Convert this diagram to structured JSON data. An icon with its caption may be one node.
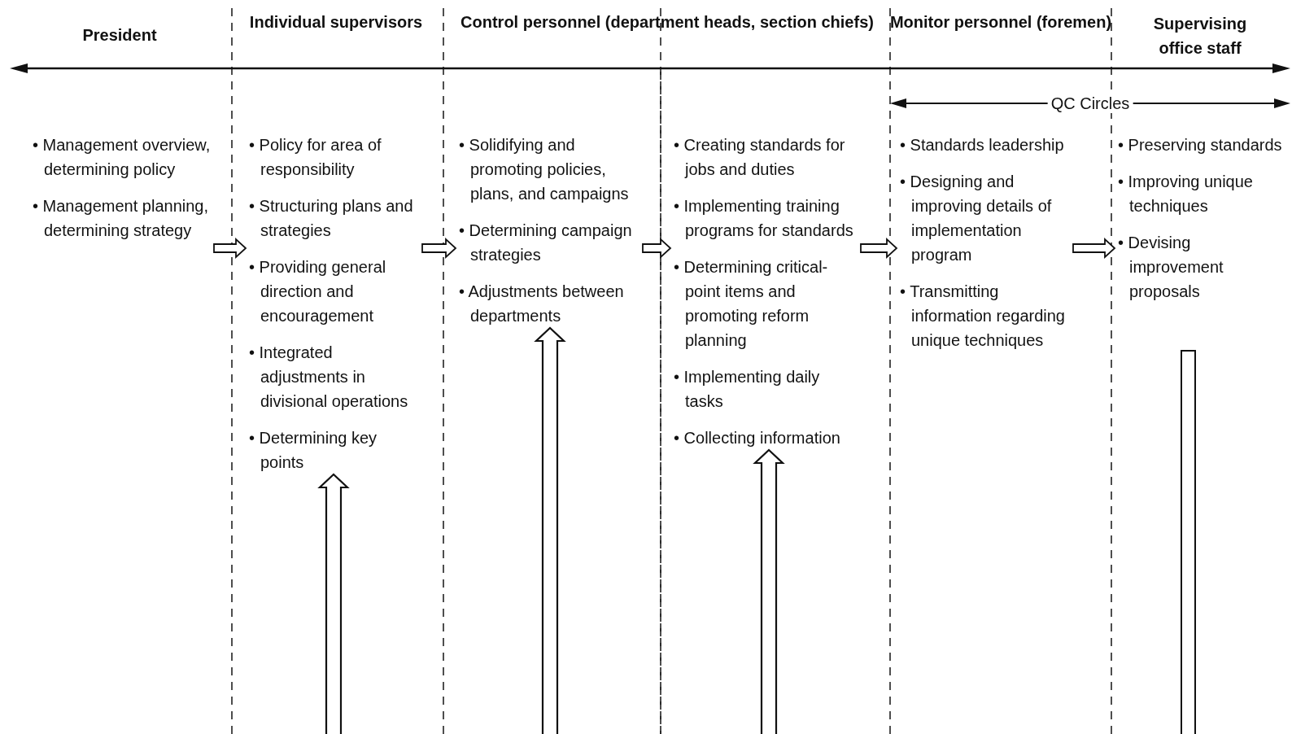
{
  "diagram": {
    "nodes": [
      {
        "text": [
          "• Management overview, determining policy",
          "• Management planning, determining strategy"
        ]
      },
      {
        "text": [
          "• Policy for area of responsibility",
          "• Structuring plans and strategies",
          "• Providing general direction and encouragement",
          "• Integrated adjustments in divisional operations",
          "• Determining key points"
        ]
      },
      {
        "text": [
          "• Solidifying and promoting policies, plans, and campaigns",
          "• Determining campaign strategies",
          "• Adjustments between departments"
        ]
      },
      {
        "text": [
          "• Creating standards for jobs and duties",
          "• Implementing training programs for standards",
          "• Determining critical-point items and promoting reform planning",
          "• Implementing daily tasks",
          "• Collecting information"
        ]
      },
      {
        "text": [
          "• Standards leadership",
          "• Designing and improving details of implementation program",
          "• Transmitting information regarding unique techniques"
        ]
      },
      {
        "text": [
          "• Preserving standards",
          "• Improving unique techniques",
          "• Devising improvement proposals"
        ]
      },
      {
        "text": [],
        "shape": "bar"
      }
    ],
    "edges": [
      {
        "from": 0,
        "to": 1,
        "arrow": "to"
      },
      {
        "from": 1,
        "to": 2,
        "arrow": "to"
      },
      {
        "from": 2,
        "to": 3,
        "arrow": "to"
      },
      {
        "from": 3,
        "to": 4,
        "arrow": "to"
      },
      {
        "from": 4,
        "to": 5,
        "arrow": "to"
      },
      {
        "from": null,
        "to": 1,
        "arrow": "to",
        "style": "thick"
      },
      {
        "from": null,
        "to": 2,
        "arrow": "to",
        "style": "thick"
      },
      {
        "from": null,
        "to": 3,
        "arrow": "to",
        "style": "thick"
      }
    ],
    "labels": [
      "President",
      "Individual supervisors",
      "Control personnel (department heads, section chiefs)",
      "Monitor personnel (foremen)",
      "Supervising office staff",
      "QC Circles"
    ]
  }
}
